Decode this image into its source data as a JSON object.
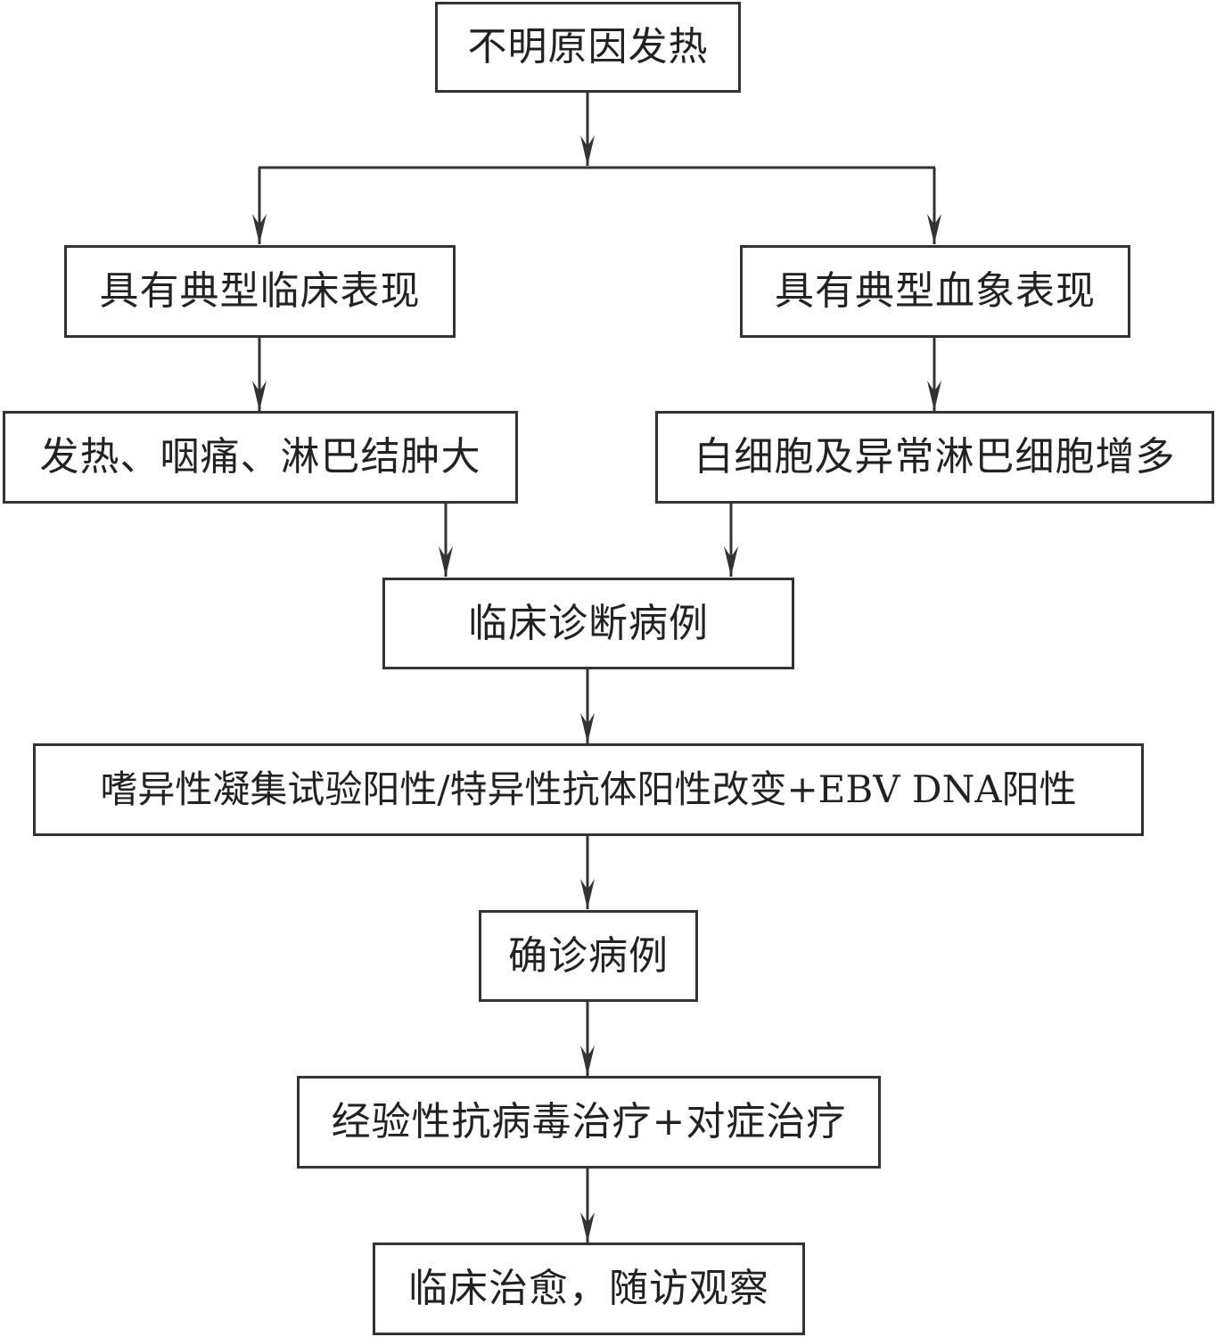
{
  "diagram": {
    "type": "flowchart",
    "nodes": {
      "start": "不明原因发热",
      "clinical_typical": "具有典型临床表现",
      "blood_typical": "具有典型血象表现",
      "clinical_symptoms": "发热、咽痛、淋巴结肿大",
      "blood_findings": "白细胞及异常淋巴细胞增多",
      "clinical_diagnosis": "临床诊断病例",
      "lab_tests": "嗜异性凝集试验阳性/特异性抗体阳性改变+EBV DNA阳性",
      "confirmed": "确诊病例",
      "treatment": "经验性抗病毒治疗+对症治疗",
      "outcome": "临床治愈，随访观察"
    },
    "edges": [
      [
        "start",
        "clinical_typical"
      ],
      [
        "start",
        "blood_typical"
      ],
      [
        "clinical_typical",
        "clinical_symptoms"
      ],
      [
        "blood_typical",
        "blood_findings"
      ],
      [
        "clinical_symptoms",
        "clinical_diagnosis"
      ],
      [
        "blood_findings",
        "clinical_diagnosis"
      ],
      [
        "clinical_diagnosis",
        "lab_tests"
      ],
      [
        "lab_tests",
        "confirmed"
      ],
      [
        "confirmed",
        "treatment"
      ],
      [
        "treatment",
        "outcome"
      ]
    ],
    "colors": {
      "line": "#333333",
      "text": "#222222",
      "background": "#ffffff"
    }
  }
}
